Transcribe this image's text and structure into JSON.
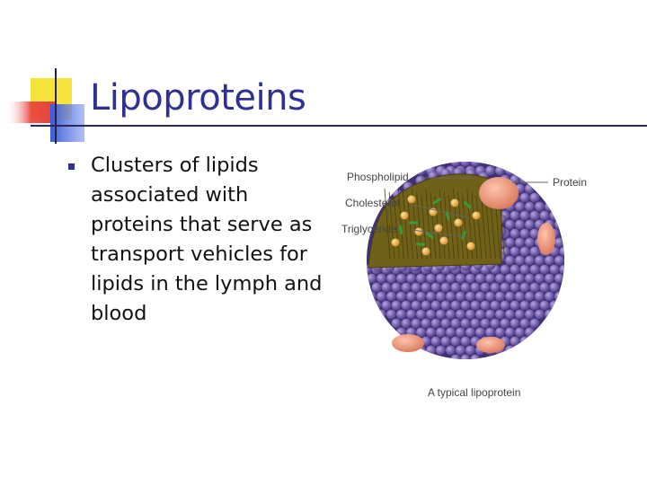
{
  "slide": {
    "title": "Lipoproteins",
    "bullets": [
      "Clusters of lipids associated with proteins that serve as transport vehicles for lipids in the lymph and blood"
    ]
  },
  "figure": {
    "labels": {
      "phospholipid": "Phospholipid",
      "cholesterol": "Cholesterol",
      "triglyceride": "Triglyceride",
      "protein": "Protein"
    },
    "caption": "A typical lipoprotein"
  },
  "colors": {
    "title": "#2e3192",
    "shell": "#7a65b0",
    "protein": "#e8987a",
    "core": "#8a7a20",
    "triglyceride": "#f0b040",
    "cholesterol": "#3a9a3a",
    "accent_yellow": "#f7e43a",
    "accent_red": "#e8413c",
    "accent_blue": "#3b5bd6"
  }
}
